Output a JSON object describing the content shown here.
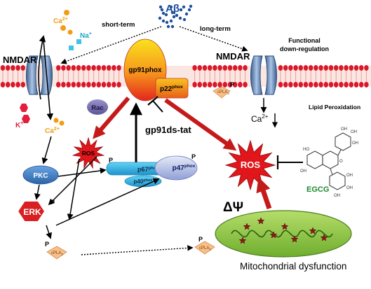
{
  "labels": {
    "abeta": "Aβ",
    "short_term": "short-term",
    "long_term": "long-term",
    "nmdar_left": "NMDAR",
    "nmdar_right": "NMDAR",
    "functional_downreg_1": "Functional",
    "functional_downreg_2": "down-regulation",
    "ca2_top": "Ca",
    "ca2_top_sup": "2+",
    "na_plus": "Na",
    "na_plus_sup": "+",
    "k_plus": "K",
    "k_plus_sup": "+",
    "ca2_left": "Ca",
    "ca2_left_sup": "2+",
    "ca2_right": "Ca",
    "ca2_right_sup": "2+",
    "gp91phox": "gp91phox",
    "p22": "p22",
    "p22_sup": "phox",
    "rac": "Rac",
    "gp91ds_tat": "gp91ds-tat",
    "ros_small": "ROS",
    "ros_big": "ROS",
    "pkc": "PKC",
    "erk": "ERK",
    "p67": "p67",
    "p67_sup": "phox",
    "p47": "p47",
    "p47_sup": "phox",
    "p40": "p40",
    "p40_sup": "phox",
    "cpla2": "cPLA",
    "cpla2_sub": "2",
    "lipid_peroxidation": "Lipid Peroxidation",
    "egcg": "EGCG",
    "delta_psi": "ΔΨ",
    "mito_dysfunction": "Mitochondrial dysfunction",
    "phos": "P"
  },
  "colors": {
    "membrane_head": "#d9182b",
    "channel": "#7fa3cf",
    "channel_dark": "#3f5f8f",
    "ros_red": "#e0161b",
    "arrow_red": "#c41a1a",
    "pkc_blue": "#3f7fc9",
    "erk_red": "#d81f22",
    "p67_cyan": "#33b5e5",
    "egcg_green": "#1e8a2e",
    "mito_green": "#8cc63f",
    "cpla2_orange": "#f7c08a",
    "ca_orange": "#f39c12",
    "na_cyan": "#41c3e6",
    "k_red": "#e31d3c",
    "abeta_dot": "#1f4fa0"
  }
}
